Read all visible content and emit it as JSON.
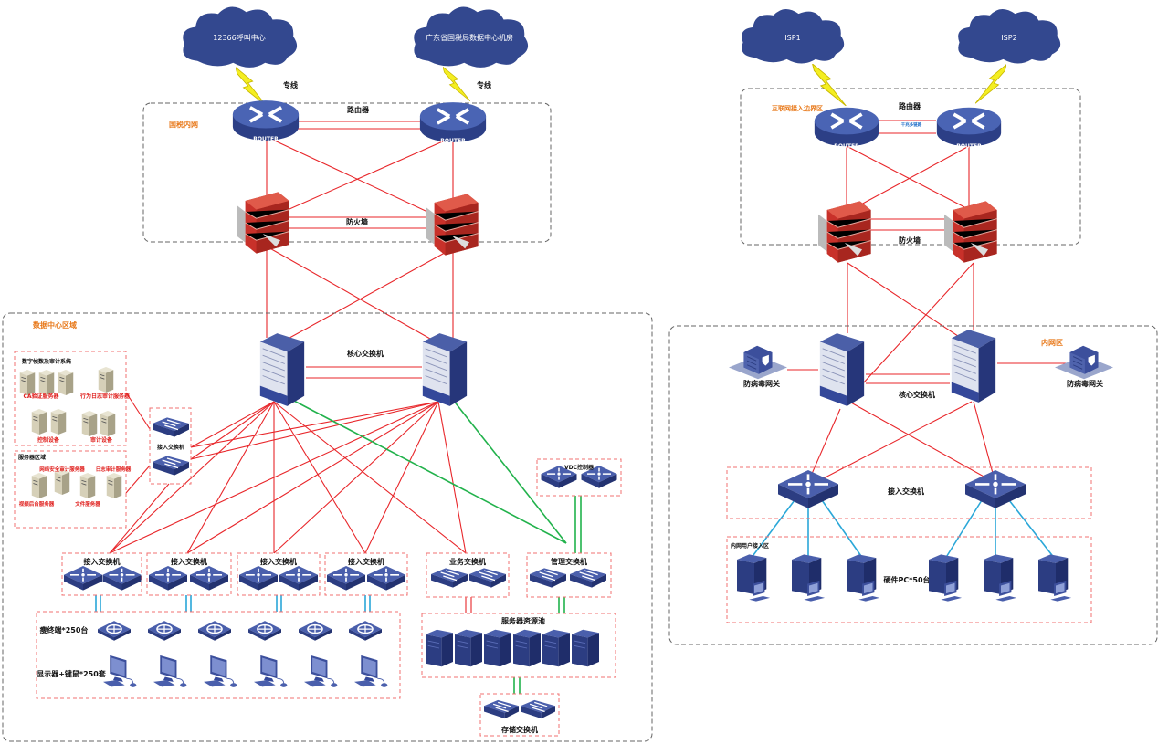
{
  "left": {
    "clouds": [
      "12366呼叫中心",
      "广东省国税局数据中心机房"
    ],
    "leased_line": "专线",
    "intranet_zone": "国税内网",
    "router_label": "路由器",
    "router_text": "ROUTER",
    "firewall_label": "防火墙",
    "datacenter_zone": "数据中心区域",
    "core_switch_label": "核心交换机",
    "audit_system": {
      "title": "数字帧数及审计系统",
      "ca_server": "CA验证服务器",
      "behavior_log_server": "行为日志审计服务器",
      "control_device": "控制设备",
      "audit_device": "审计设备"
    },
    "server_zone": {
      "title": "服务器区域",
      "netsec_audit_server": "网络安全审计服务器",
      "log_audit_server": "日志审计服务器",
      "video_backend_server": "视频后台服务器",
      "file_server": "文件服务器"
    },
    "access_switch_label": "接入交换机",
    "vdc_label": "VDC控制器",
    "access_groups": [
      "接入交换机",
      "接入交换机",
      "接入交换机",
      "接入交换机"
    ],
    "business_switch": "业务交换机",
    "management_switch": "管理交换机",
    "thin_client": "瘦终端*250台",
    "monitor_kbm": "显示器+键鼠*250套",
    "server_pool": "服务器资源池",
    "storage_switch": "存储交换机"
  },
  "right": {
    "clouds": [
      "ISP1",
      "ISP2"
    ],
    "internet_zone": "互联网接入边界区",
    "router_label": "路由器",
    "router_text": "ROUTER",
    "gigabit_link": "千兆多链路",
    "firewall_label": "防火墙",
    "inner_zone": "内网区",
    "antivirus_gateway": [
      "防病毒网关",
      "防病毒网关"
    ],
    "core_switch_label": "核心交换机",
    "access_switch_label": "接入交换机",
    "user_zone": "内网用户接入区",
    "pc_label": "硬件PC*50台"
  },
  "colors": {
    "link_red": "#e8262a",
    "link_green": "#22b24c",
    "link_blue": "#2aa7d8",
    "device_blue": "#34489a",
    "zone_orange": "#e87a1c"
  }
}
